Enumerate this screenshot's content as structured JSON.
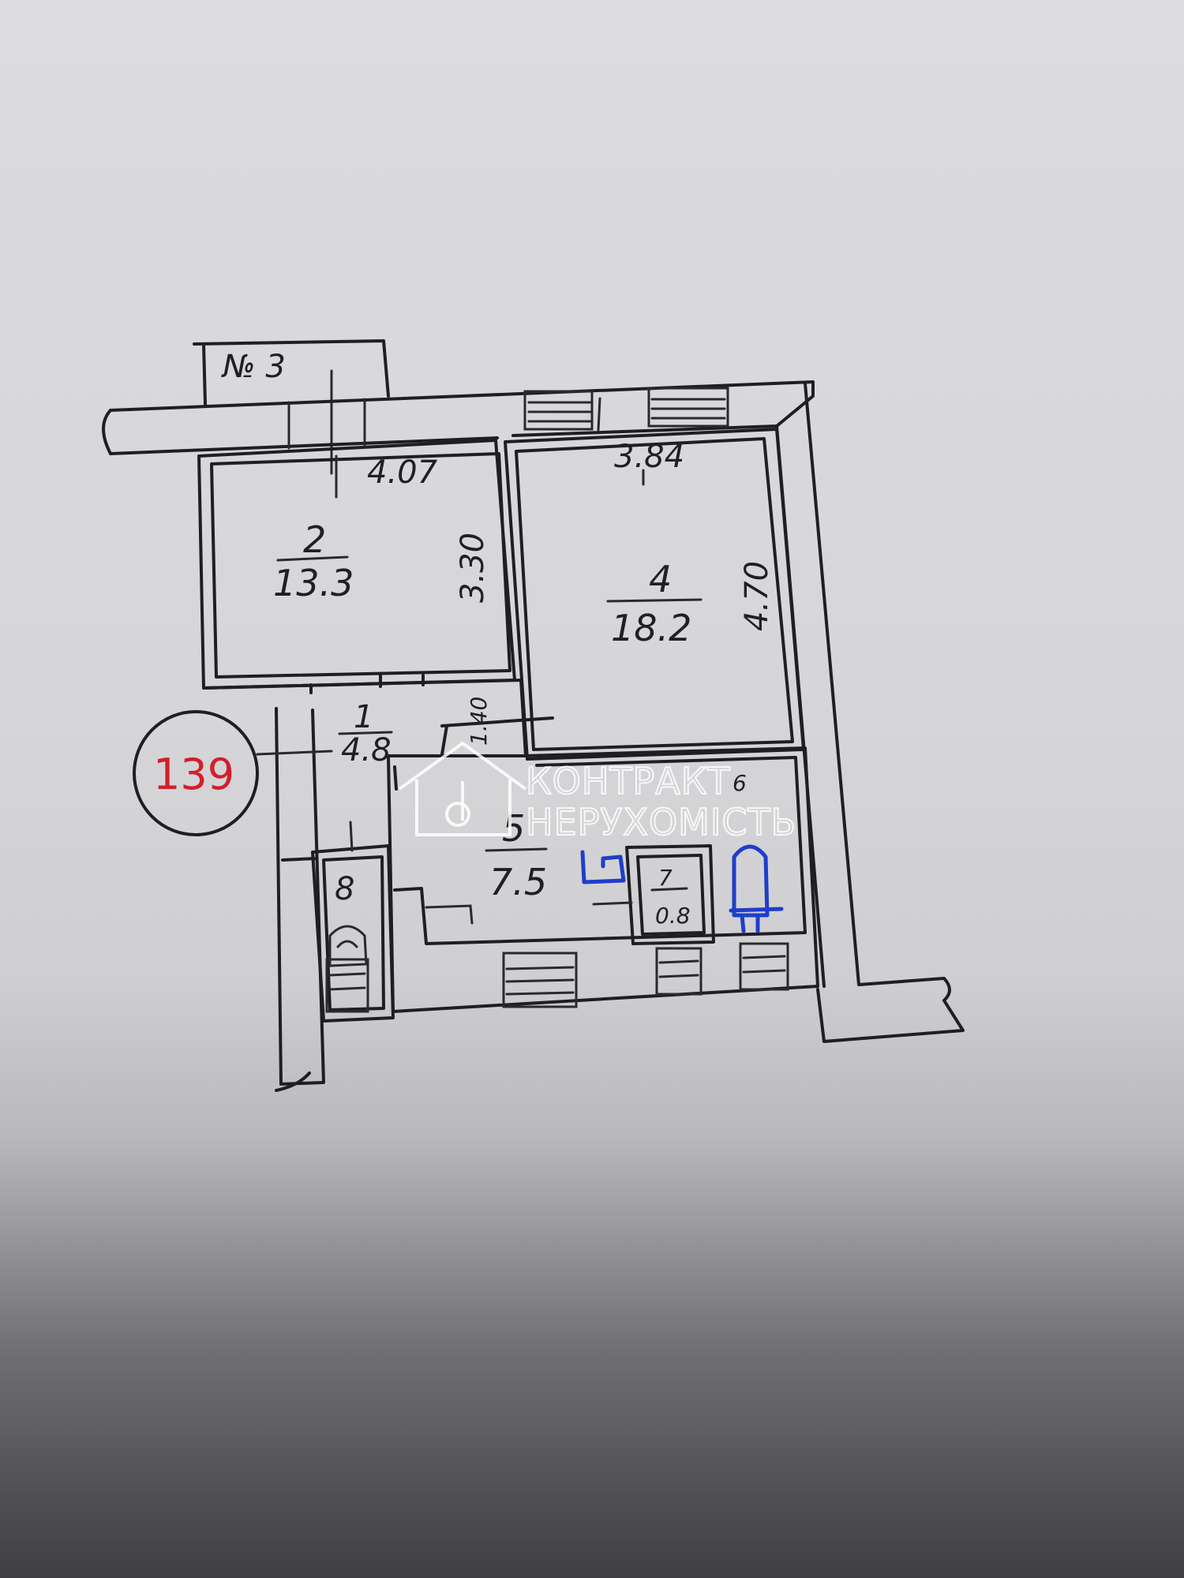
{
  "plan": {
    "balcony_label": "№ 3",
    "rooms": [
      {
        "number": "2",
        "area": "13.3"
      },
      {
        "number": "4",
        "area": "18.2"
      },
      {
        "number": "1",
        "area": "4.8"
      },
      {
        "number": "5",
        "area": "7.5"
      },
      {
        "number": "7",
        "area": "0.8"
      },
      {
        "number": "6",
        "area": ""
      },
      {
        "number": "8",
        "area": ""
      }
    ],
    "dimensions": {
      "room2_width": "4.07",
      "room2_depth": "3.30",
      "room4_width": "3.84",
      "room4_depth": "4.70",
      "room1_width": "1.40"
    },
    "apartment_number": "139"
  },
  "watermark": {
    "line1": "КОНТРАКТ",
    "line2": "НЕРУХОМІСТЬ",
    "color": "#ffffff"
  },
  "colors": {
    "ink": "#1f1f22",
    "stamp": "#d21f2b",
    "blue_marks": "#1f3ec9"
  }
}
